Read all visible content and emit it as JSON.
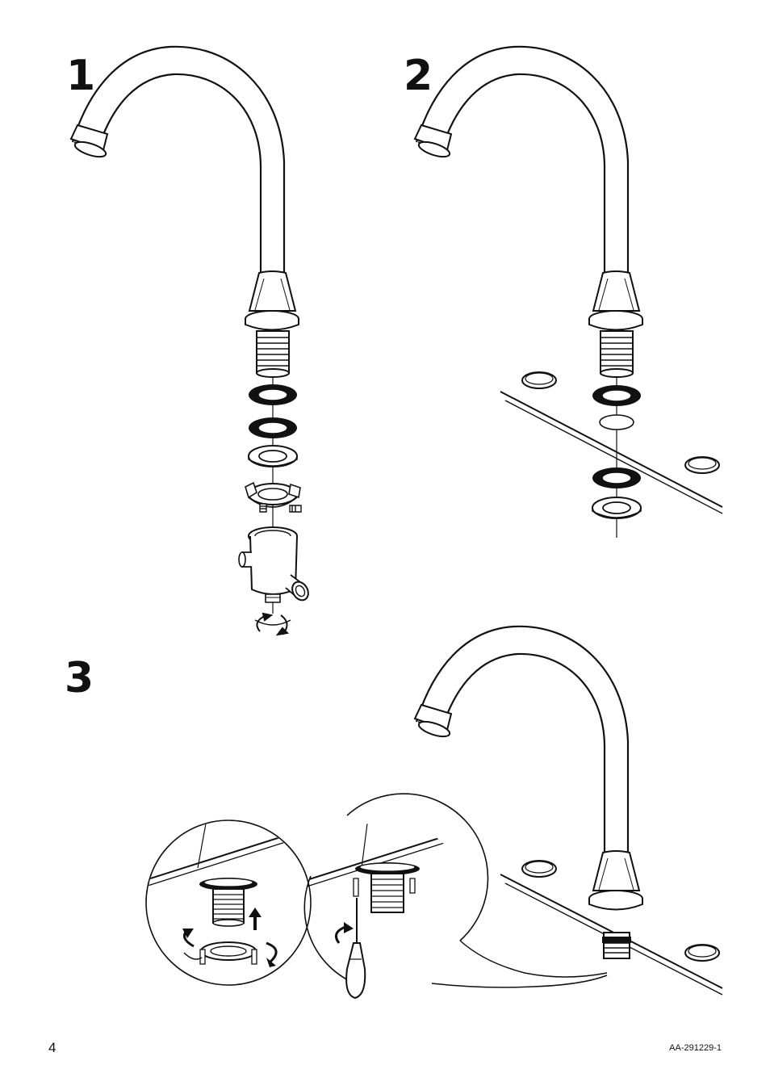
{
  "steps": [
    {
      "number": "1",
      "icon": "faucet-exploded-assembly-illustration"
    },
    {
      "number": "2",
      "icon": "faucet-countertop-insert-illustration"
    },
    {
      "number": "3",
      "icon": "faucet-mounted-detail-illustration"
    }
  ],
  "footer": {
    "page_number": "4",
    "doc_code": "AA-291229-1"
  },
  "colors": {
    "ink": "#111111",
    "paper": "#ffffff"
  }
}
